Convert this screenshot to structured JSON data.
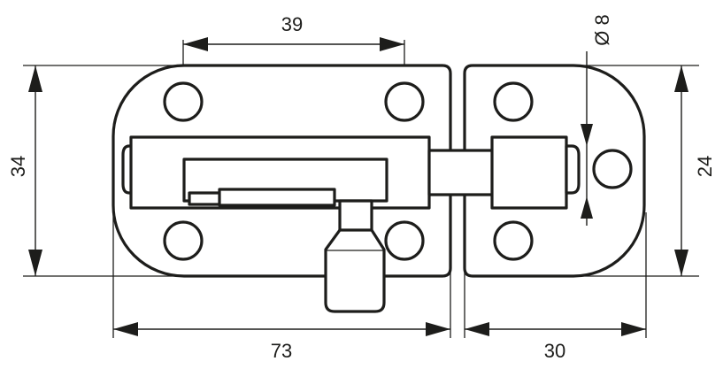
{
  "dimensions": {
    "top_spacing": "39",
    "overall_width": "73",
    "keeper_width": "30",
    "plate_height": "34",
    "keeper_height": "24",
    "hole_diameter": "Ø 8"
  },
  "colors": {
    "line": "#1d1d1b",
    "background": "#ffffff"
  }
}
